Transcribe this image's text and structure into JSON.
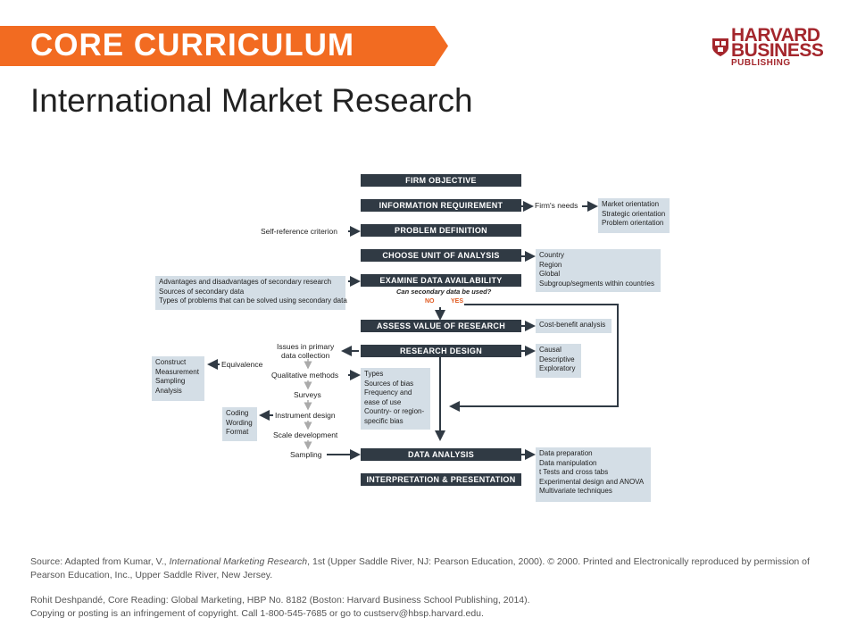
{
  "header": {
    "banner": "CORE CURRICULUM",
    "title": "International Market Research",
    "logo": {
      "line1": "HARVARD",
      "line2": "BUSINESS",
      "line3": "PUBLISHING"
    }
  },
  "colors": {
    "banner": "#f26b21",
    "dark_box": "#303a44",
    "light_box": "#d4dee6",
    "logo": "#a4262c",
    "decision": "#e05a20"
  },
  "diagram": {
    "main_steps": {
      "firm_objective": "FIRM OBJECTIVE",
      "information_requirement": "INFORMATION REQUIREMENT",
      "problem_definition": "PROBLEM DEFINITION",
      "choose_unit": "CHOOSE UNIT OF ANALYSIS",
      "examine_data": "EXAMINE DATA AVAILABILITY",
      "assess_value": "ASSESS VALUE OF RESEARCH",
      "research_design": "RESEARCH DESIGN",
      "data_analysis": "DATA ANALYSIS",
      "interpretation": "INTERPRETATION & PRESENTATION"
    },
    "question": "Can secondary data be used?",
    "no": "NO",
    "yes": "YES",
    "firms_needs": "Firm's needs",
    "firms_needs_box": [
      "Market orientation",
      "Strategic orientation",
      "Problem orientation"
    ],
    "self_reference": "Self-reference criterion",
    "unit_box": [
      "Country",
      "Region",
      "Global",
      "Subgroup/segments within countries"
    ],
    "secondary_box": [
      "Advantages and disadvantages of secondary research",
      "Sources of secondary data",
      "Types of problems that can be solved using secondary data"
    ],
    "cost_benefit": "Cost-benefit analysis",
    "design_box": [
      "Causal",
      "Descriptive",
      "Exploratory"
    ],
    "issues_line1": "Issues in primary",
    "issues_line2": "data collection",
    "equivalence": "Equivalence",
    "equivalence_box": [
      "Construct",
      "Measurement",
      "Sampling",
      "Analysis"
    ],
    "qualitative": "Qualitative methods",
    "qualitative_box": [
      "Types",
      "Sources of bias",
      "Frequency and",
      "ease of use",
      "Country- or region-",
      "specific bias"
    ],
    "surveys": "Surveys",
    "instrument": "Instrument design",
    "instrument_box": [
      "Coding",
      "Wording",
      "Format"
    ],
    "scale": "Scale development",
    "sampling": "Sampling",
    "analysis_box": [
      "Data preparation",
      "Data manipulation",
      "t Tests and cross tabs",
      "Experimental design and ANOVA",
      "Multivariate techniques"
    ]
  },
  "footer": {
    "source_label": "Source:",
    "source_pre": "Adapted from Kumar, V.,",
    "source_book": "International Marketing Research",
    "source_post": ", 1st (Upper Saddle River, NJ: Pearson Education, 2000). © 2000. Printed and Electronically reproduced by permission of Pearson Education, Inc., Upper Saddle River, New Jersey.",
    "citation": "Rohit Deshpandé, Core Reading: Global Marketing, HBP No. 8182 (Boston: Harvard Business School Publishing, 2014).",
    "copyright": "Copying or posting is an infringement of copyright. Call 1-800-545-7685 or go to custserv@hbsp.harvard.edu."
  }
}
